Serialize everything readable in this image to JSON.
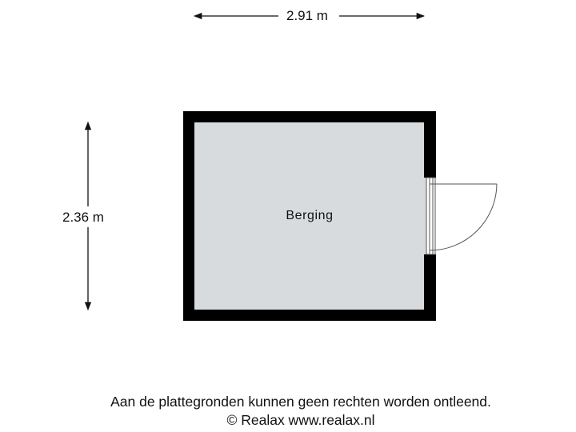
{
  "dimensions": {
    "width": "2.91 m",
    "height": "2.36 m"
  },
  "rooms": [
    {
      "name": "Berging",
      "fill": "#d8dbde"
    }
  ],
  "colors": {
    "wall": "#000000",
    "floor": "#d8dbde",
    "door_lines": "#555555",
    "dimension_lines": "#111111"
  },
  "footer": {
    "disclaimer": "Aan de plattegronden kunnen geen rechten worden ontleend.",
    "copyright": "© Realax www.realax.nl"
  }
}
